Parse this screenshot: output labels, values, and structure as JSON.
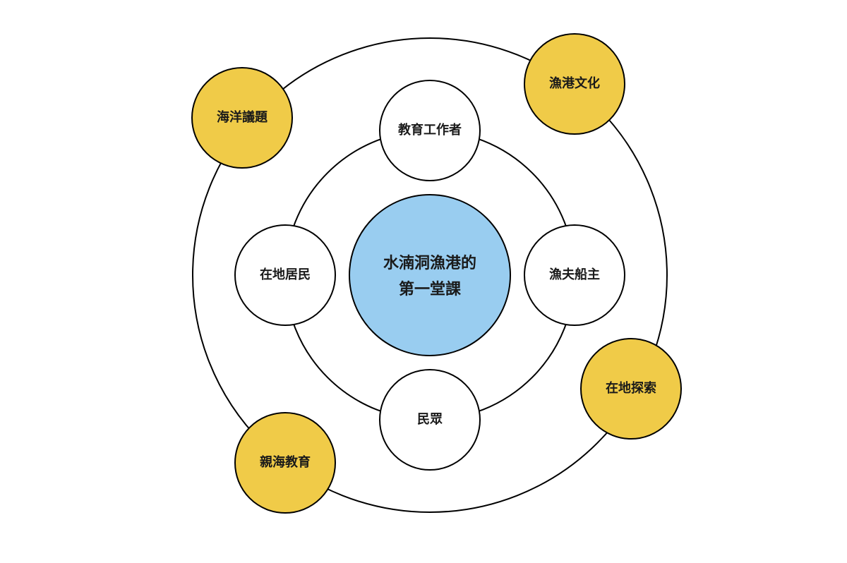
{
  "diagram": {
    "center": {
      "line1": "水湳洞漁港的",
      "line2": "第一堂課",
      "color": "#99CDF0"
    },
    "inner_nodes": [
      {
        "label": "教育工作者"
      },
      {
        "label": "漁夫船主"
      },
      {
        "label": "民眾"
      },
      {
        "label": "在地居民"
      }
    ],
    "outer_nodes": [
      {
        "label": "漁港文化"
      },
      {
        "label": "在地探索"
      },
      {
        "label": "親海教育"
      },
      {
        "label": "海洋議題"
      }
    ],
    "colors": {
      "inner_fill": "#FFFFFF",
      "outer_fill": "#F0CB48",
      "stroke": "#000000"
    }
  }
}
